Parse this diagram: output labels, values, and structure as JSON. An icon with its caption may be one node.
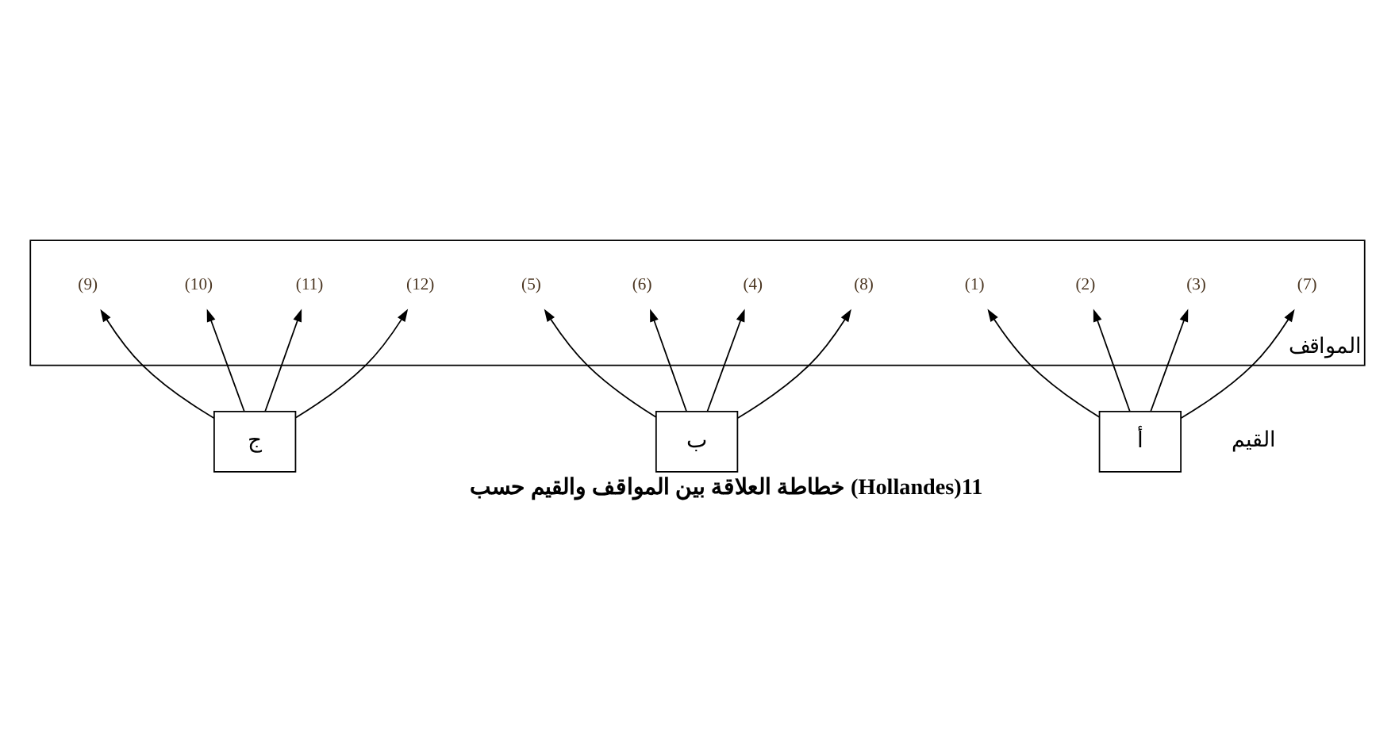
{
  "diagram": {
    "caption": "خطاطة العلاقة بين المواقف والقيم حسب (Hollandes)11",
    "nodes": [
      {
        "text": [
          "المواقف"
        ]
      },
      {
        "text": [
          "(1)"
        ],
        "in": 0
      },
      {
        "text": [
          "(2)"
        ],
        "in": 0
      },
      {
        "text": [
          "(3)"
        ],
        "in": 0
      },
      {
        "text": [
          "(4)"
        ],
        "in": 0
      },
      {
        "text": [
          "(5)"
        ],
        "in": 0
      },
      {
        "text": [
          "(6)"
        ],
        "in": 0
      },
      {
        "text": [
          "(7)"
        ],
        "in": 0
      },
      {
        "text": [
          "(8)"
        ],
        "in": 0
      },
      {
        "text": [
          "(9)"
        ],
        "in": 0
      },
      {
        "text": [
          "(10)"
        ],
        "in": 0
      },
      {
        "text": [
          "(11)"
        ],
        "in": 0
      },
      {
        "text": [
          "(12)"
        ],
        "in": 0
      },
      {
        "text": [
          "أ"
        ]
      },
      {
        "text": [
          "ب"
        ]
      },
      {
        "text": [
          "ج"
        ]
      }
    ],
    "edges": [
      {
        "from": 13,
        "to": 1,
        "arrow": "to"
      },
      {
        "from": 13,
        "to": 2,
        "arrow": "to"
      },
      {
        "from": 13,
        "to": 3,
        "arrow": "to"
      },
      {
        "from": 13,
        "to": 7,
        "arrow": "to"
      },
      {
        "from": 14,
        "to": 4,
        "arrow": "to"
      },
      {
        "from": 14,
        "to": 5,
        "arrow": "to"
      },
      {
        "from": 14,
        "to": 6,
        "arrow": "to"
      },
      {
        "from": 14,
        "to": 8,
        "arrow": "to"
      },
      {
        "from": 15,
        "to": 9,
        "arrow": "to"
      },
      {
        "from": 15,
        "to": 10,
        "arrow": "to"
      },
      {
        "from": 15,
        "to": 11,
        "arrow": "to"
      },
      {
        "from": 15,
        "to": 12,
        "arrow": "to"
      }
    ],
    "labels": [
      "القيم"
    ]
  }
}
